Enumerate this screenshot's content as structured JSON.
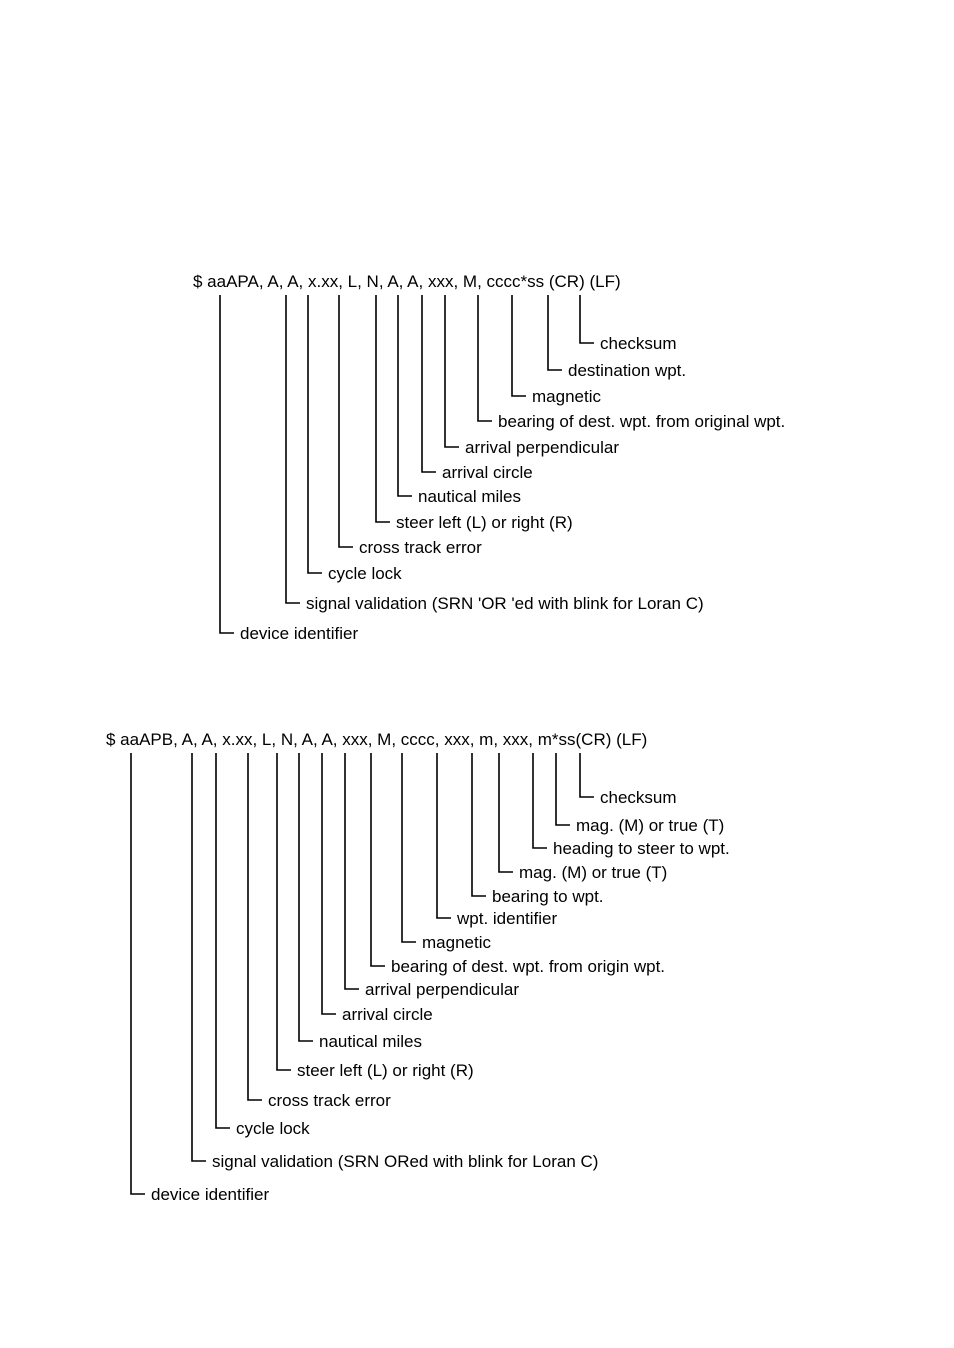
{
  "diagrams": [
    {
      "id": "apa",
      "sentence": "$ aaAPA, A, A, x.xx, L, N, A, A, xxx, M, cccc*ss (CR) (LF)",
      "fields": [
        {
          "label": "checksum"
        },
        {
          "label": "destination wpt."
        },
        {
          "label": "magnetic"
        },
        {
          "label": "bearing of dest. wpt. from original wpt."
        },
        {
          "label": "arrival perpendicular"
        },
        {
          "label": "arrival circle"
        },
        {
          "label": "nautical miles"
        },
        {
          "label": "steer left (L) or right (R)"
        },
        {
          "label": "cross track error"
        },
        {
          "label": "cycle lock"
        },
        {
          "label": "signal validation (SRN 'OR 'ed with blink for Loran C)"
        },
        {
          "label": "device identifier"
        }
      ]
    },
    {
      "id": "apb",
      "sentence": "$ aaAPB, A, A, x.xx, L, N, A, A, xxx, M, cccc, xxx, m, xxx, m*ss(CR) (LF)",
      "fields": [
        {
          "label": "checksum"
        },
        {
          "label": "mag. (M) or true (T)"
        },
        {
          "label": "heading to steer to wpt."
        },
        {
          "label": "mag. (M) or true (T)"
        },
        {
          "label": "bearing to wpt."
        },
        {
          "label": "wpt. identifier"
        },
        {
          "label": "magnetic"
        },
        {
          "label": "bearing of dest. wpt. from origin wpt."
        },
        {
          "label": "arrival perpendicular"
        },
        {
          "label": "arrival circle"
        },
        {
          "label": "nautical miles"
        },
        {
          "label": "steer left (L) or right (R)"
        },
        {
          "label": "cross track error"
        },
        {
          "label": "cycle lock"
        },
        {
          "label": "signal validation (SRN ORed with blink for Loran C)"
        },
        {
          "label": "device identifier"
        }
      ]
    }
  ]
}
